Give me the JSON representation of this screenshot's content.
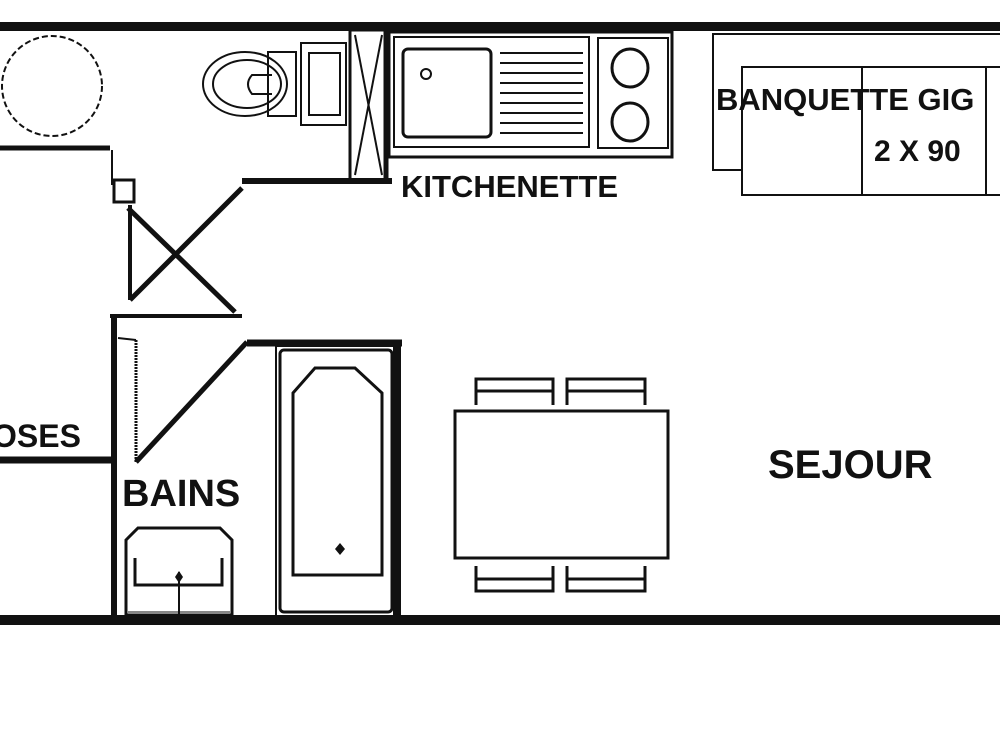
{
  "plan": {
    "rooms": {
      "kitchenette": "KITCHENETTE",
      "banquette": "BANQUETTE GIG",
      "banquette_size": "2 X 90",
      "closets_partial": "OSES",
      "bathroom": "BAINS",
      "living": "SEJOUR"
    },
    "colors": {
      "wall": "#111111",
      "background": "#ffffff"
    }
  }
}
